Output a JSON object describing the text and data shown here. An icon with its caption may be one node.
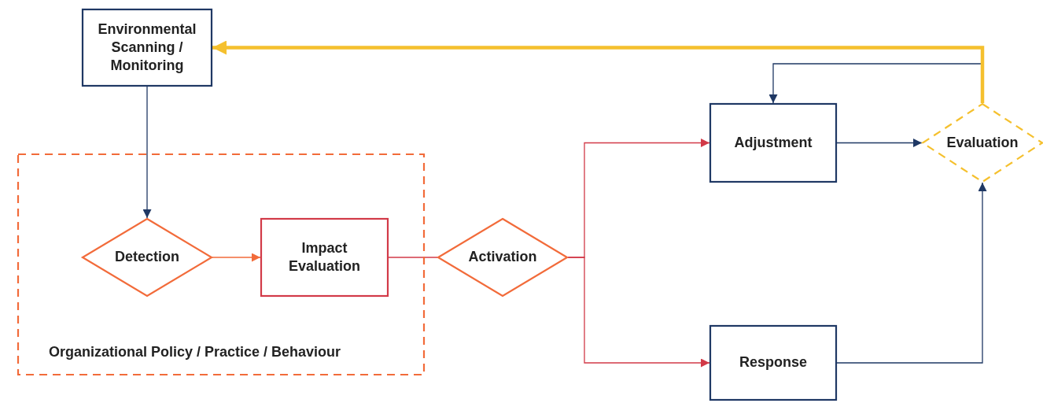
{
  "diagram": {
    "nodes": [
      {
        "text": [
          "Environmental Scanning / Monitoring"
        ]
      },
      {
        "text": [
          "Organizational Policy / Practice / Behaviour"
        ]
      },
      {
        "text": [
          "Detection"
        ],
        "in": 1
      },
      {
        "text": [
          "Impact Evaluation"
        ],
        "in": 1
      },
      {
        "text": [
          "Activation"
        ]
      },
      {
        "text": [
          "Adjustment"
        ]
      },
      {
        "text": [
          "Evaluation"
        ]
      },
      {
        "text": [
          "Response"
        ]
      }
    ],
    "edges": [
      {
        "from": 0,
        "to": 2,
        "arrow": "to"
      },
      {
        "from": 2,
        "to": 3,
        "arrow": "to",
        "color": "#f26b3a"
      },
      {
        "from": 3,
        "to": 4,
        "arrow": "none",
        "color": "#d23a48"
      },
      {
        "from": 4,
        "to": 5,
        "arrow": "to",
        "color": "#d23a48"
      },
      {
        "from": 4,
        "to": 7,
        "arrow": "to",
        "color": "#d23a48"
      },
      {
        "from": 5,
        "to": 6,
        "arrow": "to"
      },
      {
        "from": 7,
        "to": 6,
        "arrow": "to"
      },
      {
        "from": 6,
        "to": 5,
        "arrow": "to"
      },
      {
        "from": 6,
        "to": 0,
        "arrow": "to",
        "style": "thick",
        "color": "#f5c02e"
      }
    ]
  }
}
